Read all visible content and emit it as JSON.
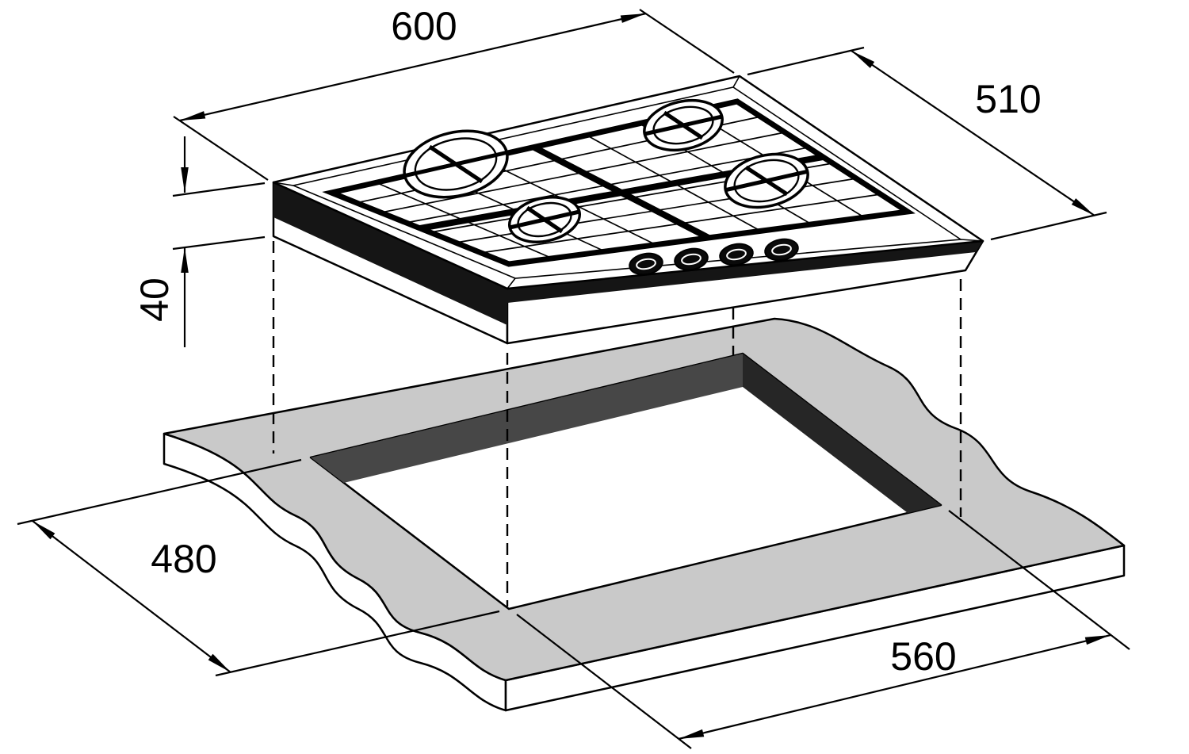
{
  "diagram": {
    "labels": {
      "hob_width": "600",
      "hob_depth": "510",
      "hob_height": "40",
      "cutout_depth": "480",
      "cutout_width": "560"
    },
    "colors": {
      "background": "#ffffff",
      "line": "#000000",
      "worktop_top": "#c9c9c9",
      "cutout_wall_left": "#474747",
      "cutout_wall_right": "#262626",
      "hob_side_dark": "#151515"
    }
  }
}
